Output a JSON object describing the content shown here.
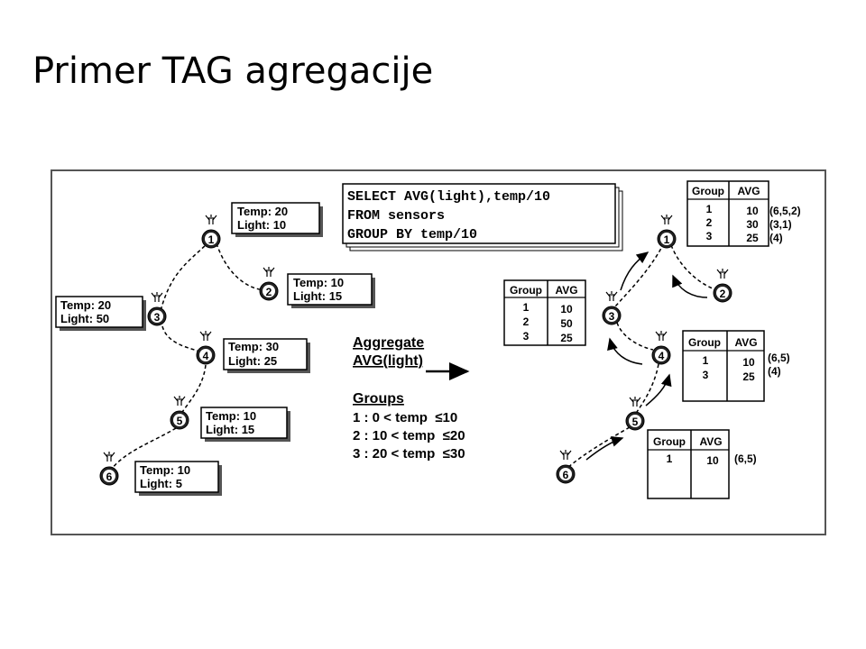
{
  "slide": {
    "title": "Primer TAG agregacije"
  },
  "query": {
    "lines": [
      "SELECT AVG(light),temp/10",
      "FROM sensors",
      "GROUP BY temp/10"
    ]
  },
  "sensors": [
    {
      "id": "1",
      "temp": "Temp: 20",
      "light": "Light: 10"
    },
    {
      "id": "2",
      "temp": "Temp: 10",
      "light": "Light: 15"
    },
    {
      "id": "3",
      "temp": "Temp: 20",
      "light": "Light: 50"
    },
    {
      "id": "4",
      "temp": "Temp: 30",
      "light": "Light: 25"
    },
    {
      "id": "5",
      "temp": "Temp: 10",
      "light": "Light: 15"
    },
    {
      "id": "6",
      "temp": "Temp: 10",
      "light": "Light: 5"
    }
  ],
  "legend": {
    "aggregate": "Aggregate",
    "avg": "AVG(light)",
    "groups_title": "Groups",
    "groups": [
      "1 : 0 < temp  ≤10",
      "2 : 10 < temp  ≤20",
      "3 : 20 < temp  ≤30"
    ]
  },
  "tables": {
    "headers": {
      "group": "Group",
      "avg": "AVG"
    },
    "node1": {
      "groups": [
        "1",
        "2",
        "3"
      ],
      "avgs": [
        "10",
        "30",
        "25"
      ],
      "sources": [
        "(6,5,2)",
        "(3,1)",
        "(4)"
      ]
    },
    "node3": {
      "groups": [
        "1",
        "2",
        "3"
      ],
      "avgs": [
        "10",
        "50",
        "25"
      ]
    },
    "node4": {
      "groups": [
        "1",
        "3"
      ],
      "avgs": [
        "10",
        "25"
      ],
      "sources": [
        "(6,5)",
        "(4)"
      ]
    },
    "node5": {
      "groups": [
        "1"
      ],
      "avgs": [
        "10"
      ],
      "sources": [
        "(6,5)"
      ]
    }
  },
  "node_ids": [
    "1",
    "2",
    "3",
    "4",
    "5",
    "6"
  ]
}
